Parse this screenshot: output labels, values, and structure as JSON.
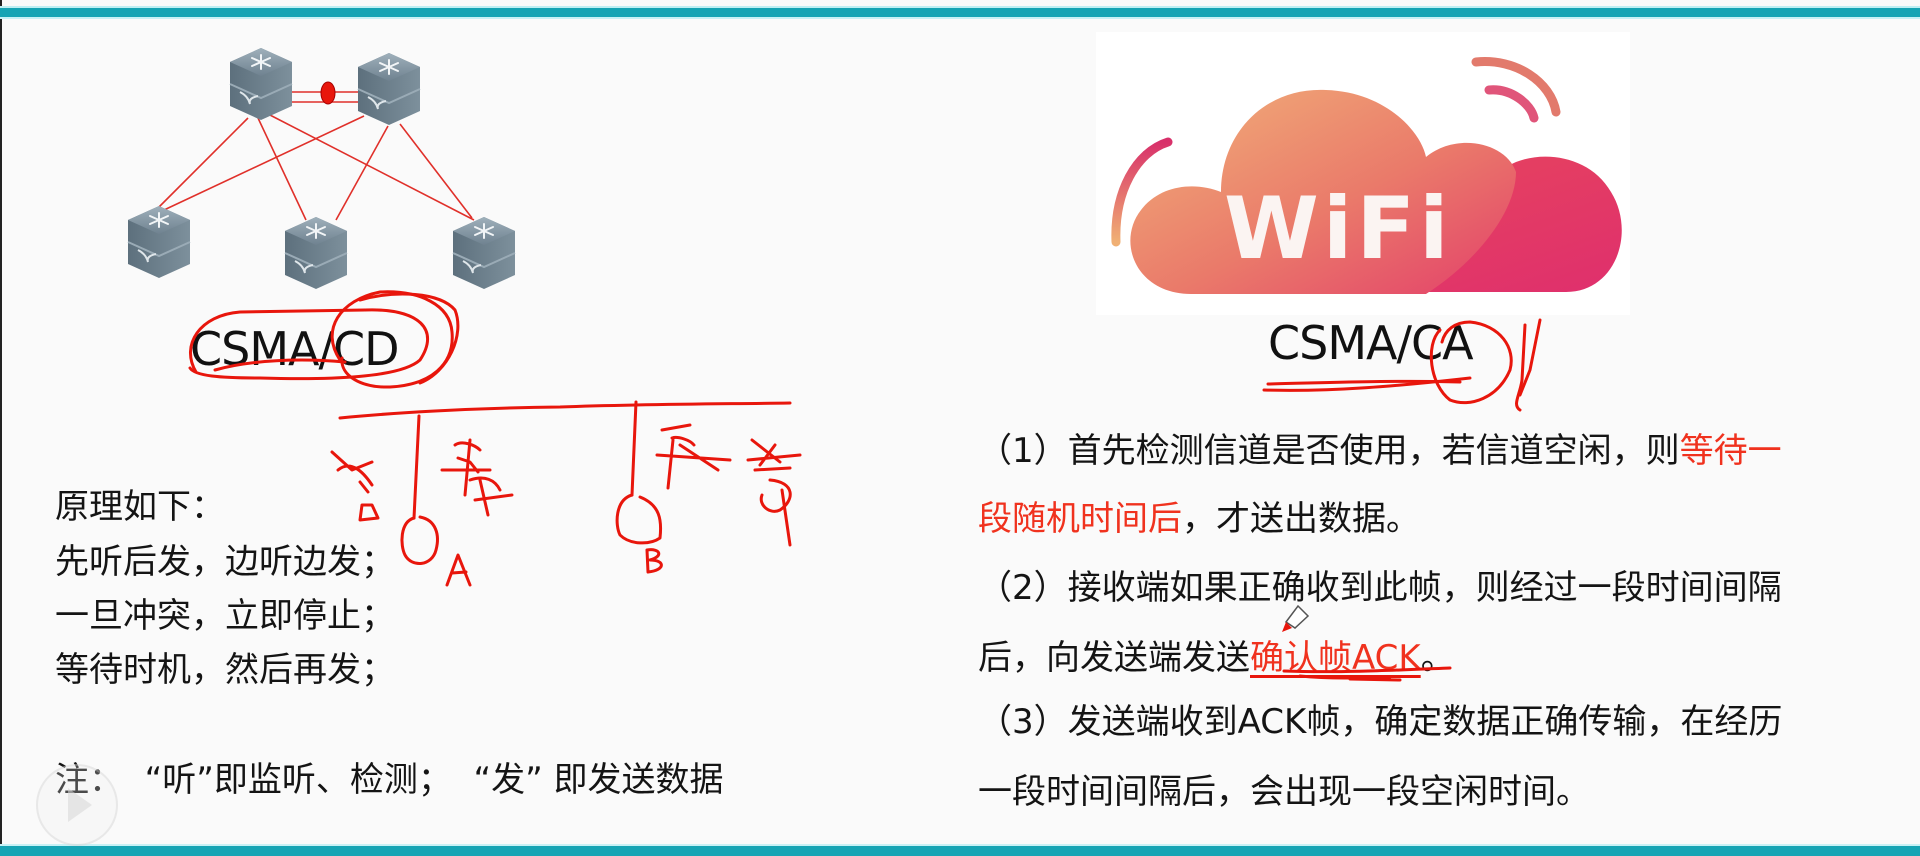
{
  "theme": {
    "teal": "#16a4b4",
    "red_text": "#f0321e",
    "annotation_red": "#e8160c",
    "background": "#fafafa"
  },
  "left": {
    "image": {
      "icon": "network-switch-topology",
      "switch_count": 5,
      "link_color": "#e0302a"
    },
    "title": "CSMA/CD",
    "principle_heading": "原理如下：",
    "principles": [
      "先听后发，边听边发；",
      "一旦冲突，立即停止；",
      "等待时机，然后再发；"
    ],
    "note": "注：  “听”即监听、检测；  “发” 即发送数据",
    "handwriting": {
      "station_a": "A",
      "station_b": "B"
    }
  },
  "right": {
    "image": {
      "icon": "wifi-cloud-logo",
      "text": "WiFi"
    },
    "title": "CSMA/CA",
    "items": [
      {
        "num": "（1）",
        "line1_black": "首先检测信道是否使用，若信道空闲，则",
        "line1_red": "等待一",
        "line2_red": "段随机时间后",
        "line2_black": "，才送出数据。"
      },
      {
        "num": "（2）",
        "line1_black": "接收端如果正确收到此帧，则经过一段时间间隔",
        "line2_black": "后，向发送端发送",
        "line2_red": "确认帧ACK",
        "line2_tail": "。"
      },
      {
        "num": "（3）",
        "line1_black": "发送端收到ACK帧，确定数据正确传输，在经历",
        "line2_black": "一段时间间隔后，会出现一段空闲时间。"
      }
    ]
  },
  "player": {
    "play_icon": "play-icon"
  }
}
